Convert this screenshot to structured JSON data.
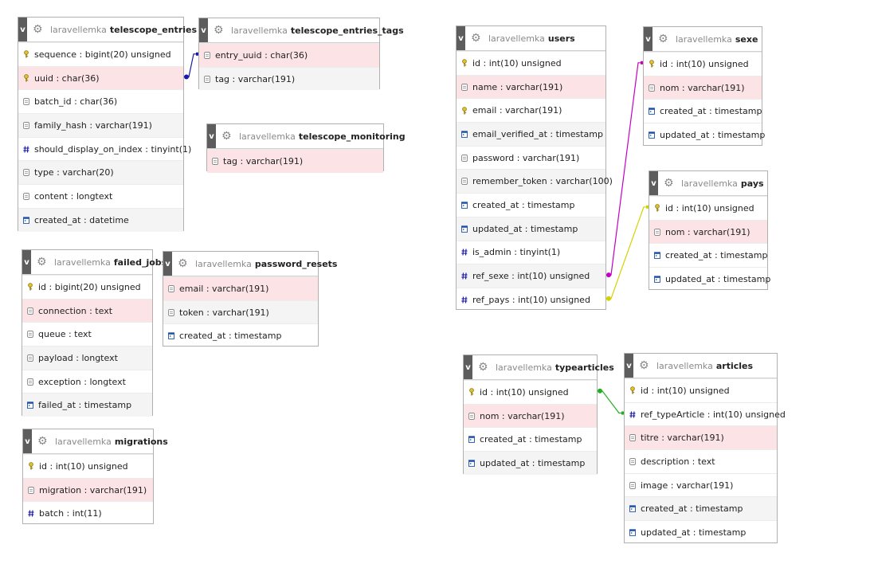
{
  "database": "laravellemka",
  "tables": [
    {
      "id": "telescope_entries",
      "name": "telescope_entries",
      "columns": [
        {
          "label": "sequence : bigint(20) unsigned",
          "icon": "key-icon"
        },
        {
          "label": "uuid : char(36)",
          "icon": "key-icon"
        },
        {
          "label": "batch_id : char(36)",
          "icon": "text-field-icon"
        },
        {
          "label": "family_hash : varchar(191)",
          "icon": "text-field-icon"
        },
        {
          "label": "should_display_on_index : tinyint(1)",
          "icon": "number-icon"
        },
        {
          "label": "type : varchar(20)",
          "icon": "text-field-icon"
        },
        {
          "label": "content : longtext",
          "icon": "text-field-icon"
        },
        {
          "label": "created_at : datetime",
          "icon": "datetime-icon"
        }
      ]
    },
    {
      "id": "telescope_entries_tags",
      "name": "telescope_entries_tags",
      "columns": [
        {
          "label": "entry_uuid : char(36)",
          "icon": "text-field-icon"
        },
        {
          "label": "tag : varchar(191)",
          "icon": "text-field-icon"
        }
      ]
    },
    {
      "id": "telescope_monitoring",
      "name": "telescope_monitoring",
      "columns": [
        {
          "label": "tag : varchar(191)",
          "icon": "text-field-icon"
        }
      ]
    },
    {
      "id": "failed_jobs",
      "name": "failed_jobs",
      "columns": [
        {
          "label": "id : bigint(20) unsigned",
          "icon": "key-icon"
        },
        {
          "label": "connection : text",
          "icon": "text-field-icon"
        },
        {
          "label": "queue : text",
          "icon": "text-field-icon"
        },
        {
          "label": "payload : longtext",
          "icon": "text-field-icon"
        },
        {
          "label": "exception : longtext",
          "icon": "text-field-icon"
        },
        {
          "label": "failed_at : timestamp",
          "icon": "datetime-icon"
        }
      ]
    },
    {
      "id": "password_resets",
      "name": "password_resets",
      "columns": [
        {
          "label": "email : varchar(191)",
          "icon": "text-field-icon"
        },
        {
          "label": "token : varchar(191)",
          "icon": "text-field-icon"
        },
        {
          "label": "created_at : timestamp",
          "icon": "datetime-icon"
        }
      ]
    },
    {
      "id": "migrations",
      "name": "migrations",
      "columns": [
        {
          "label": "id : int(10) unsigned",
          "icon": "key-icon"
        },
        {
          "label": "migration : varchar(191)",
          "icon": "text-field-icon"
        },
        {
          "label": "batch : int(11)",
          "icon": "number-icon"
        }
      ]
    },
    {
      "id": "users",
      "name": "users",
      "columns": [
        {
          "label": "id : int(10) unsigned",
          "icon": "key-icon"
        },
        {
          "label": "name : varchar(191)",
          "icon": "text-field-icon"
        },
        {
          "label": "email : varchar(191)",
          "icon": "key-icon"
        },
        {
          "label": "email_verified_at : timestamp",
          "icon": "datetime-icon"
        },
        {
          "label": "password : varchar(191)",
          "icon": "text-field-icon"
        },
        {
          "label": "remember_token : varchar(100)",
          "icon": "text-field-icon"
        },
        {
          "label": "created_at : timestamp",
          "icon": "datetime-icon"
        },
        {
          "label": "updated_at : timestamp",
          "icon": "datetime-icon"
        },
        {
          "label": "is_admin : tinyint(1)",
          "icon": "number-icon"
        },
        {
          "label": "ref_sexe : int(10) unsigned",
          "icon": "number-icon"
        },
        {
          "label": "ref_pays : int(10) unsigned",
          "icon": "number-icon"
        }
      ]
    },
    {
      "id": "sexe",
      "name": "sexe",
      "columns": [
        {
          "label": "id : int(10) unsigned",
          "icon": "key-icon"
        },
        {
          "label": "nom : varchar(191)",
          "icon": "text-field-icon"
        },
        {
          "label": "created_at : timestamp",
          "icon": "datetime-icon"
        },
        {
          "label": "updated_at : timestamp",
          "icon": "datetime-icon"
        }
      ]
    },
    {
      "id": "pays",
      "name": "pays",
      "columns": [
        {
          "label": "id : int(10) unsigned",
          "icon": "key-icon"
        },
        {
          "label": "nom : varchar(191)",
          "icon": "text-field-icon"
        },
        {
          "label": "created_at : timestamp",
          "icon": "datetime-icon"
        },
        {
          "label": "updated_at : timestamp",
          "icon": "datetime-icon"
        }
      ]
    },
    {
      "id": "typearticles",
      "name": "typearticles",
      "columns": [
        {
          "label": "id : int(10) unsigned",
          "icon": "key-icon"
        },
        {
          "label": "nom : varchar(191)",
          "icon": "text-field-icon"
        },
        {
          "label": "created_at : timestamp",
          "icon": "datetime-icon"
        },
        {
          "label": "updated_at : timestamp",
          "icon": "datetime-icon"
        }
      ]
    },
    {
      "id": "articles",
      "name": "articles",
      "columns": [
        {
          "label": "id : int(10) unsigned",
          "icon": "key-icon"
        },
        {
          "label": "ref_typeArticle : int(10) unsigned",
          "icon": "number-icon"
        },
        {
          "label": "titre : varchar(191)",
          "icon": "text-field-icon"
        },
        {
          "label": "description : text",
          "icon": "text-field-icon"
        },
        {
          "label": "image : varchar(191)",
          "icon": "text-field-icon"
        },
        {
          "label": "created_at : timestamp",
          "icon": "datetime-icon"
        },
        {
          "label": "updated_at : timestamp",
          "icon": "datetime-icon"
        }
      ]
    }
  ],
  "relations": [
    {
      "from": "telescope_entries.uuid",
      "to": "telescope_entries_tags.entry_uuid",
      "color": "#1a1aa6"
    },
    {
      "from": "users.ref_sexe",
      "to": "sexe.id",
      "color": "#c400c4"
    },
    {
      "from": "users.ref_pays",
      "to": "pays.id",
      "color": "#d2d200"
    },
    {
      "from": "typearticles.id",
      "to": "articles.ref_typeArticle",
      "color": "#1fae1f"
    }
  ],
  "ui": {
    "toggle_label": "v"
  },
  "colors": {
    "highlight_row": "#fce4e6",
    "alt_row": "#f4f4f4",
    "header_toggle": "#5d5d5d"
  }
}
